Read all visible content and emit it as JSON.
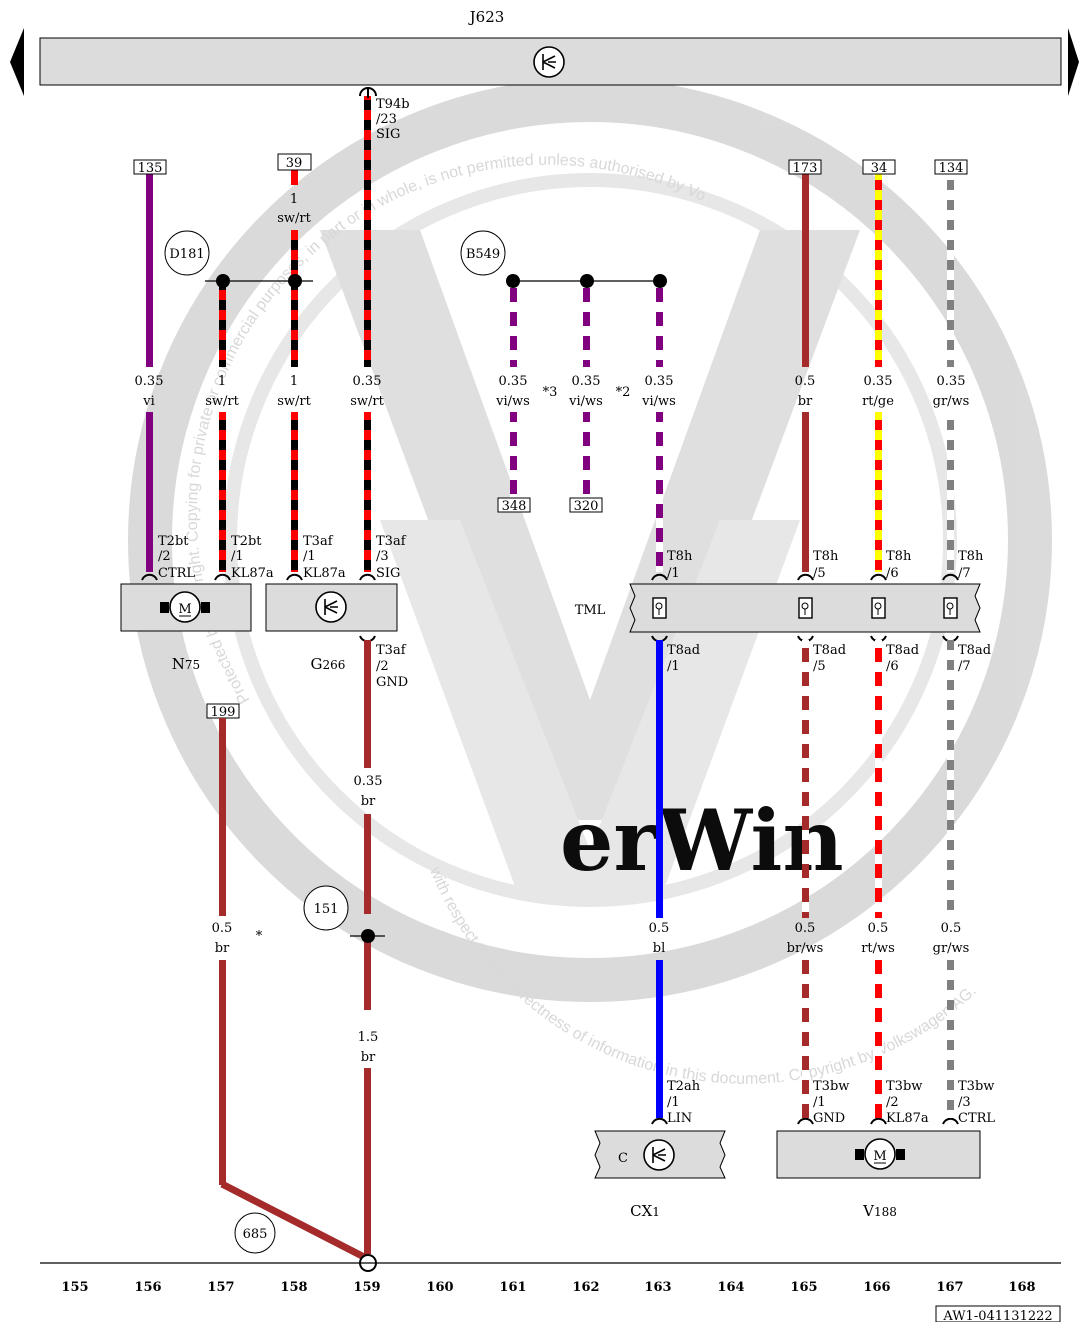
{
  "diagram": {
    "top_module": "J623",
    "watermark_lines": [
      "Protected by copyright. Copying for private or commercial purposes, in part or in whole, is not permitted unless authorised by Volkswagen AG. Volkswagen AG does not guarantee or accept any liability",
      "with respect to the correctness of information in this document. Copyright by Volkswagen AG."
    ],
    "watermark_logo_text": "erWin",
    "ref_boxes": {
      "r135": "135",
      "r39": "39",
      "r173": "173",
      "r34": "34",
      "r134": "134",
      "r348": "348",
      "r320": "320",
      "r199": "199"
    },
    "circles": {
      "d181": "D181",
      "b549": "B549",
      "c151": "151",
      "c685": "685"
    },
    "wires": {
      "w135": {
        "size": "0.35",
        "color": "vi"
      },
      "w156": {
        "size": "1",
        "color": "sw/rt"
      },
      "w157": {
        "size": "1",
        "color": "sw/rt"
      },
      "w157top": {
        "size": "1",
        "color": "sw/rt"
      },
      "w159": {
        "size": "0.35",
        "color": "sw/rt"
      },
      "w161": {
        "size": "0.35",
        "color": "vi/ws"
      },
      "w162": {
        "size": "0.35",
        "color": "vi/ws"
      },
      "w163": {
        "size": "0.35",
        "color": "vi/ws"
      },
      "w165": {
        "size": "0.5",
        "color": "br"
      },
      "w166": {
        "size": "0.35",
        "color": "rt/ge"
      },
      "w167": {
        "size": "0.35",
        "color": "gr/ws"
      },
      "w159b": {
        "size": "0.35",
        "color": "br"
      },
      "w156b": {
        "size": "0.5",
        "color": "br"
      },
      "w159c": {
        "size": "1.5",
        "color": "br"
      },
      "w163b": {
        "size": "0.5",
        "color": "bl"
      },
      "w165b": {
        "size": "0.5",
        "color": "br/ws"
      },
      "w166b": {
        "size": "0.5",
        "color": "rt/ws"
      },
      "w167b": {
        "size": "0.5",
        "color": "gr/ws"
      }
    },
    "notes": {
      "n3": "*3",
      "n2": "*2",
      "nstar": "*"
    },
    "pins": {
      "t94b": [
        "T94b",
        "/23",
        "SIG"
      ],
      "t2bt2": [
        "T2bt",
        "/2",
        "CTRL"
      ],
      "t2bt1": [
        "T2bt",
        "/1",
        "KL87a"
      ],
      "t3af1": [
        "T3af",
        "/1",
        "KL87a"
      ],
      "t3af3": [
        "T3af",
        "/3",
        "SIG"
      ],
      "t3af2": [
        "T3af",
        "/2",
        "GND"
      ],
      "t8h1": [
        "T8h",
        "/1"
      ],
      "t8h5": [
        "T8h",
        "/5"
      ],
      "t8h6": [
        "T8h",
        "/6"
      ],
      "t8h7": [
        "T8h",
        "/7"
      ],
      "t8ad1": [
        "T8ad",
        "/1"
      ],
      "t8ad5": [
        "T8ad",
        "/5"
      ],
      "t8ad6": [
        "T8ad",
        "/6"
      ],
      "t8ad7": [
        "T8ad",
        "/7"
      ],
      "t2ah": [
        "T2ah",
        "/1",
        "LIN"
      ],
      "t3bw1": [
        "T3bw",
        "/1",
        "GND"
      ],
      "t3bw2": [
        "T3bw",
        "/2",
        "KL87a"
      ],
      "t3bw3": [
        "T3bw",
        "/3",
        "CTRL"
      ]
    },
    "components": {
      "n75": {
        "main": "N",
        "sub": "75",
        "motor": "M"
      },
      "g266": {
        "main": "G",
        "sub": "266"
      },
      "tml": "TML",
      "cx1": {
        "main": "CX",
        "sub": "1",
        "letter": "C"
      },
      "v188": {
        "main": "V",
        "sub": "188",
        "motor": "M"
      }
    },
    "ticks": [
      "155",
      "156",
      "157",
      "158",
      "159",
      "160",
      "161",
      "162",
      "163",
      "164",
      "165",
      "166",
      "167",
      "168"
    ],
    "doc_id": "AW1-041131222",
    "colors": {
      "violet": "#800080",
      "black": "#000000",
      "red": "#ff0000",
      "brown": "#a52a2a",
      "yellow": "#ffff00",
      "grey": "#808080",
      "blue": "#0000ff",
      "white": "#ffffff",
      "box": "#dcdcdc"
    }
  }
}
